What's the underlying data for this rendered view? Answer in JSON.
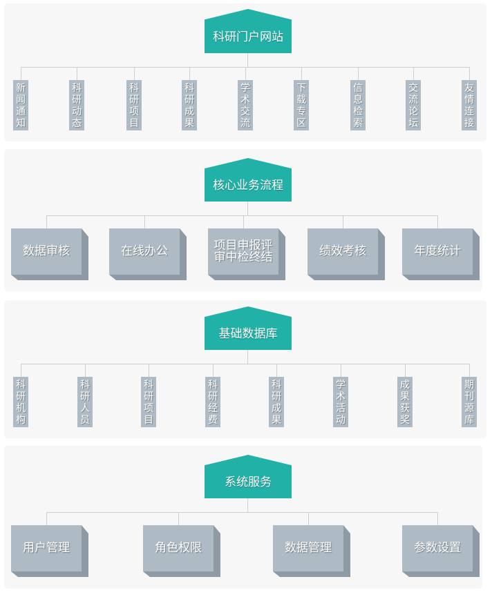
{
  "colors": {
    "header": "#22b1a7",
    "box": "#aebbc4",
    "box_depth": "#8e9ba4",
    "panel": "#f7f7f7",
    "line": "#cfcfcf"
  },
  "sections": [
    {
      "title": "科研门户网站",
      "style": "vertical",
      "items": [
        "新闻通知",
        "科研动态",
        "科研项目",
        "科研成果",
        "学术交流",
        "下载专区",
        "信息检索",
        "交流论坛",
        "友情连接"
      ]
    },
    {
      "title": "核心业务流程",
      "style": "block",
      "items": [
        "数据审核",
        "在线办公",
        "项目申报评审中检终结",
        "绩效考核",
        "年度统计"
      ]
    },
    {
      "title": "基础数据库",
      "style": "vertical",
      "items": [
        "科研机构",
        "科研人员",
        "科研项目",
        "科研经费",
        "科研成果",
        "学术活动",
        "成果获奖",
        "期刊源库"
      ]
    },
    {
      "title": "系统服务",
      "style": "block",
      "items": [
        "用户管理",
        "角色权限",
        "数据管理",
        "参数设置"
      ]
    }
  ]
}
